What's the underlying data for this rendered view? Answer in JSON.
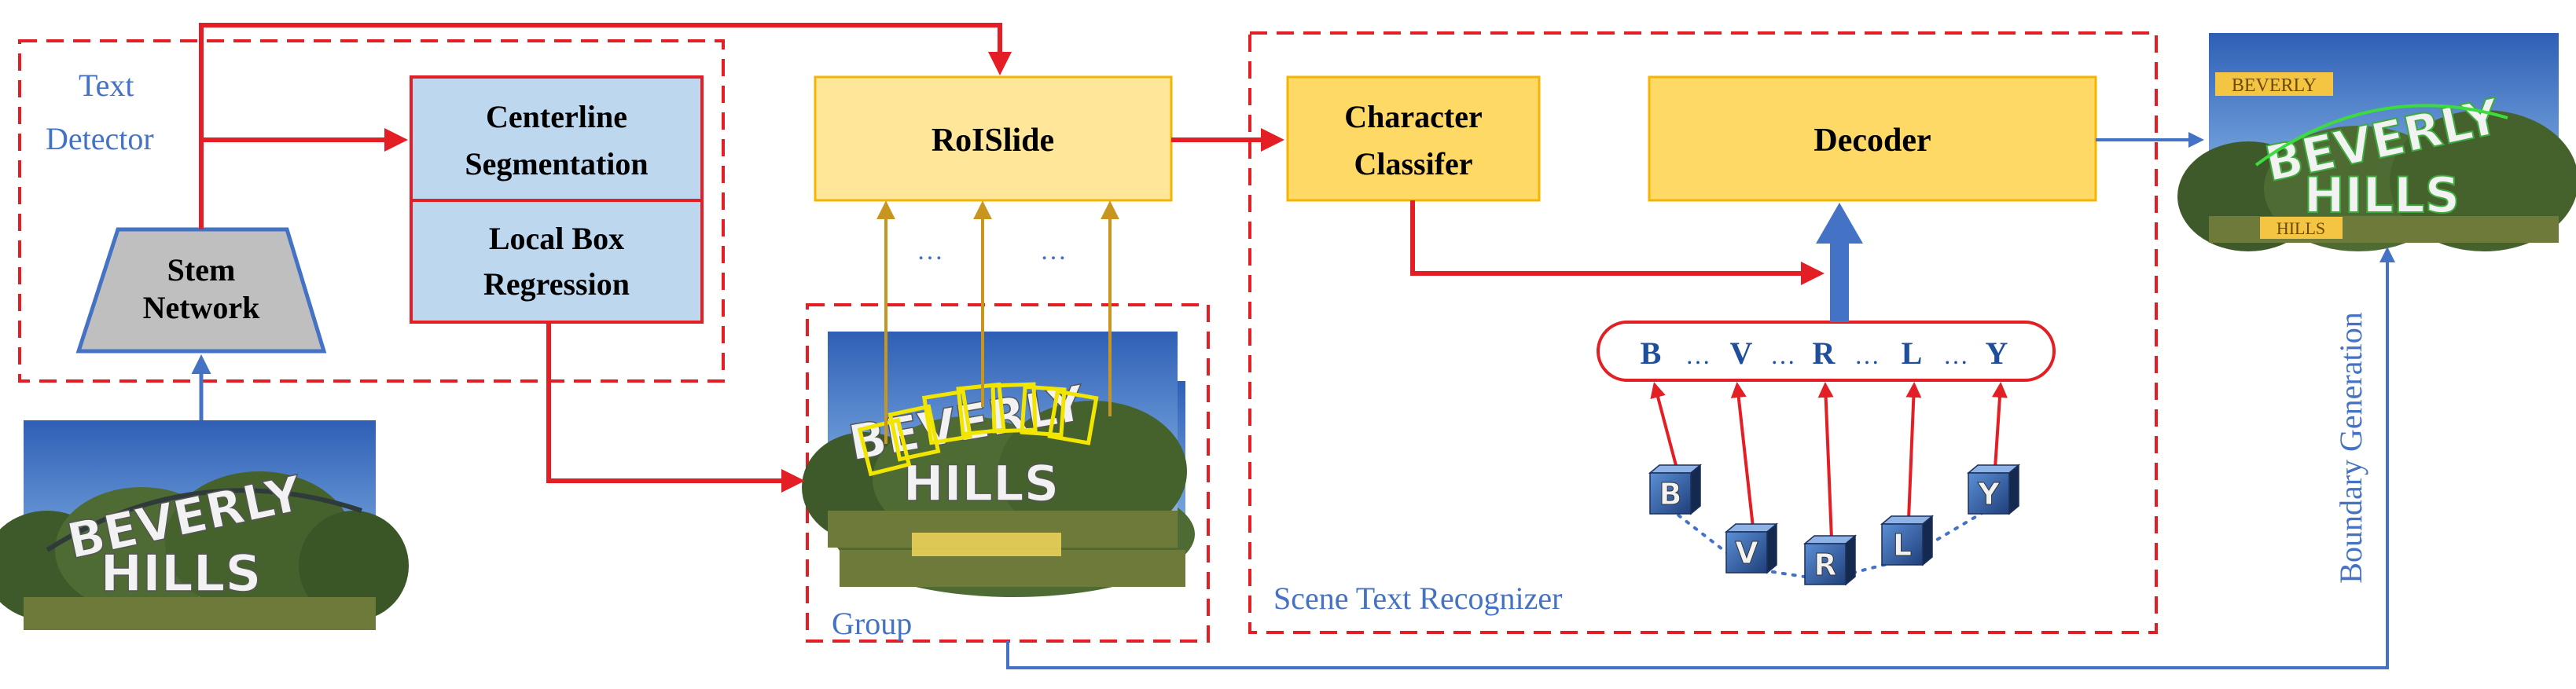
{
  "text_detector": {
    "label_line1": "Text",
    "label_line2": "Detector"
  },
  "stem_network": {
    "line1": "Stem",
    "line2": "Network"
  },
  "centerline_segmentation": {
    "line1": "Centerline",
    "line2": "Segmentation"
  },
  "local_box_regression": {
    "line1": "Local Box",
    "line2": "Regression"
  },
  "roislide": {
    "label": "RoISlide",
    "ellipsis_left": "…",
    "ellipsis_right": "…"
  },
  "group": {
    "label": "Group"
  },
  "character_classifier": {
    "line1": "Character",
    "line2": "Classifer"
  },
  "decoder": {
    "label": "Decoder"
  },
  "scene_text_recognizer": {
    "label": "Scene Text Recognizer"
  },
  "sequence": {
    "items": [
      "B",
      "…",
      "V",
      "…",
      "R",
      "…",
      "L",
      "…",
      "Y"
    ],
    "cubes": [
      "B",
      "V",
      "R",
      "L",
      "Y"
    ]
  },
  "boundary_generation": {
    "label": "Boundary Generation"
  },
  "output_image": {
    "tag_top": "BEVERLY",
    "tag_bottom": "HILLS",
    "sign_line1": "BEVERLY",
    "sign_line2": "HILLS"
  },
  "input_image": {
    "sign_line1": "BEVERLY",
    "sign_line2": "HILLS"
  },
  "colors": {
    "red": "#E31E24",
    "blue": "#4472C4",
    "light_blue_box": "#BDD7EE",
    "yellow_box": "#FFE699",
    "gold_box": "#FFD966",
    "gold_border": "#F4B400",
    "grey_trapezoid": "#BFBFBF"
  }
}
